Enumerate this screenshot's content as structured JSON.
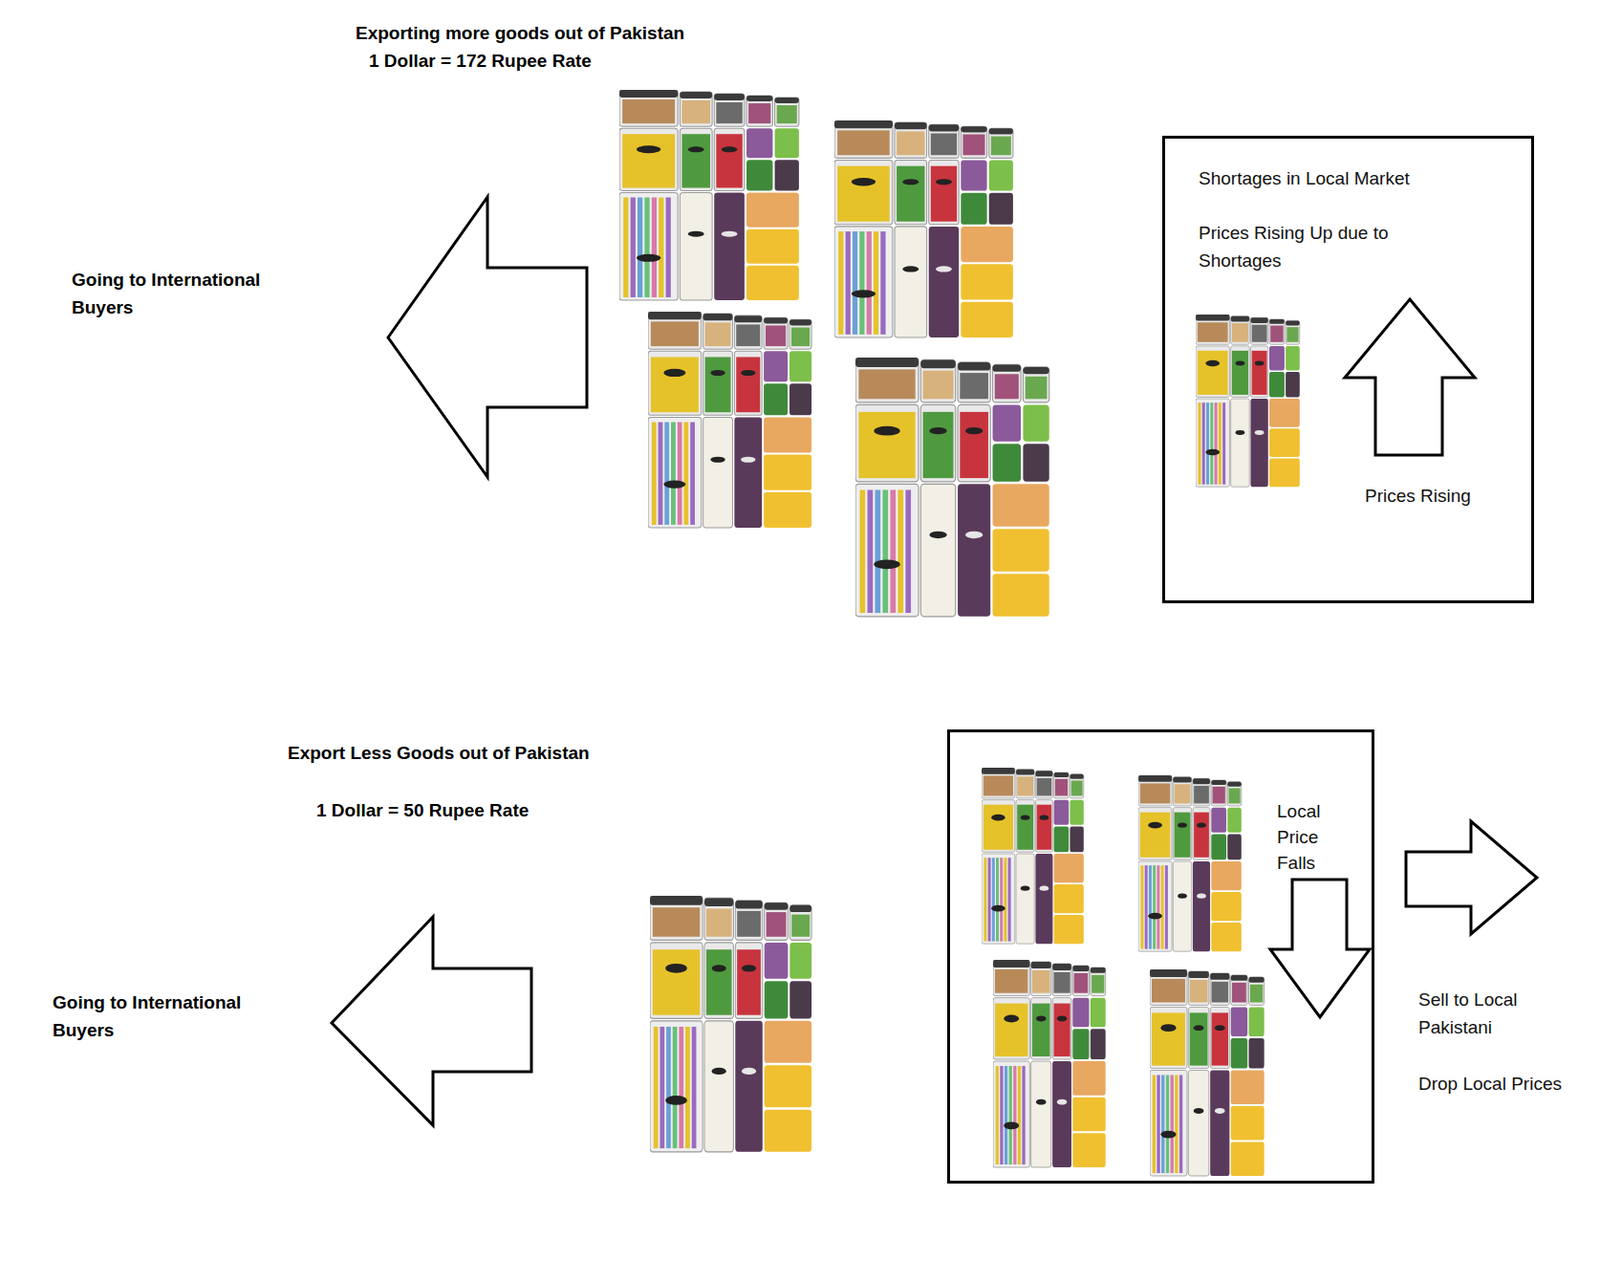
{
  "diagram": {
    "nodes": [
      {
        "text": [
          "Shortages in Local Market",
          "Prices Rising Up due to Shortages",
          "Prices Rising"
        ]
      },
      {
        "text": [
          "Local Price Falls"
        ]
      }
    ],
    "labels": [
      "Exporting more goods out of Pakistan",
      "1 Dollar = 172 Rupee Rate",
      "Going to International Buyers",
      "Export Less Goods out of Pakistan",
      "1 Dollar = 50 Rupee Rate",
      "Going to International Buyers",
      "Sell to Local Pakistani",
      "Drop Local Prices"
    ]
  }
}
